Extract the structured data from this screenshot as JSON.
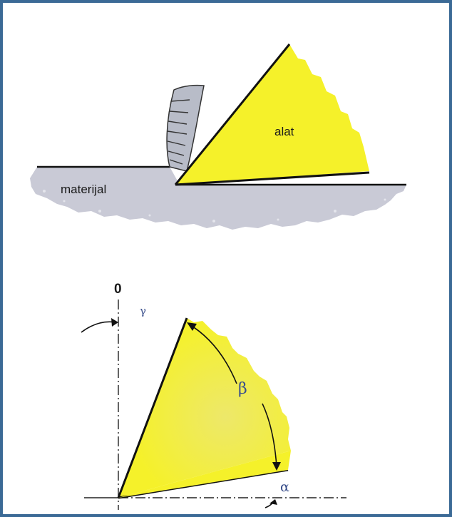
{
  "figure_top": {
    "material_label": "materijal",
    "tool_label": "alat"
  },
  "figure_bottom": {
    "reference_label": "0",
    "gamma_label": "γ",
    "beta_label": "β",
    "alpha_label": "α"
  },
  "colors": {
    "frame": "#3b6a96",
    "tool_fill": "#f5f12a",
    "material_fill": "#c9cad6",
    "chip_fill": "#b8bcc8",
    "greek_blue": "#3a4f8c"
  }
}
